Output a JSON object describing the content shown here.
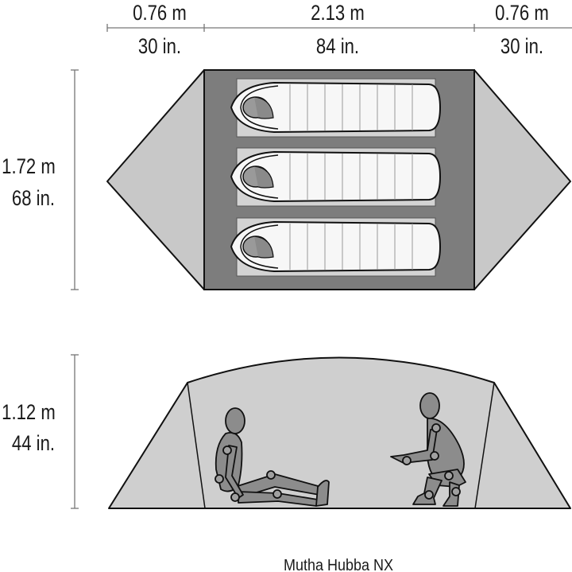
{
  "dimensions": {
    "width_left": {
      "metric": "0.76 m",
      "imperial": "30 in."
    },
    "width_center": {
      "metric": "2.13 m",
      "imperial": "84 in."
    },
    "width_right": {
      "metric": "0.76 m",
      "imperial": "30 in."
    },
    "depth": {
      "metric": "1.72 m",
      "imperial": "68 in."
    },
    "height": {
      "metric": "1.12 m",
      "imperial": "44 in."
    }
  },
  "product_name": "Mutha Hubba NX",
  "colors": {
    "vestibule": "#c8c8c8",
    "floor": "#7d7d7d",
    "pad": "#d3d3d3",
    "bag": "#f7f7f7",
    "outline": "#111111",
    "side_wall": "#cfcfcf"
  }
}
